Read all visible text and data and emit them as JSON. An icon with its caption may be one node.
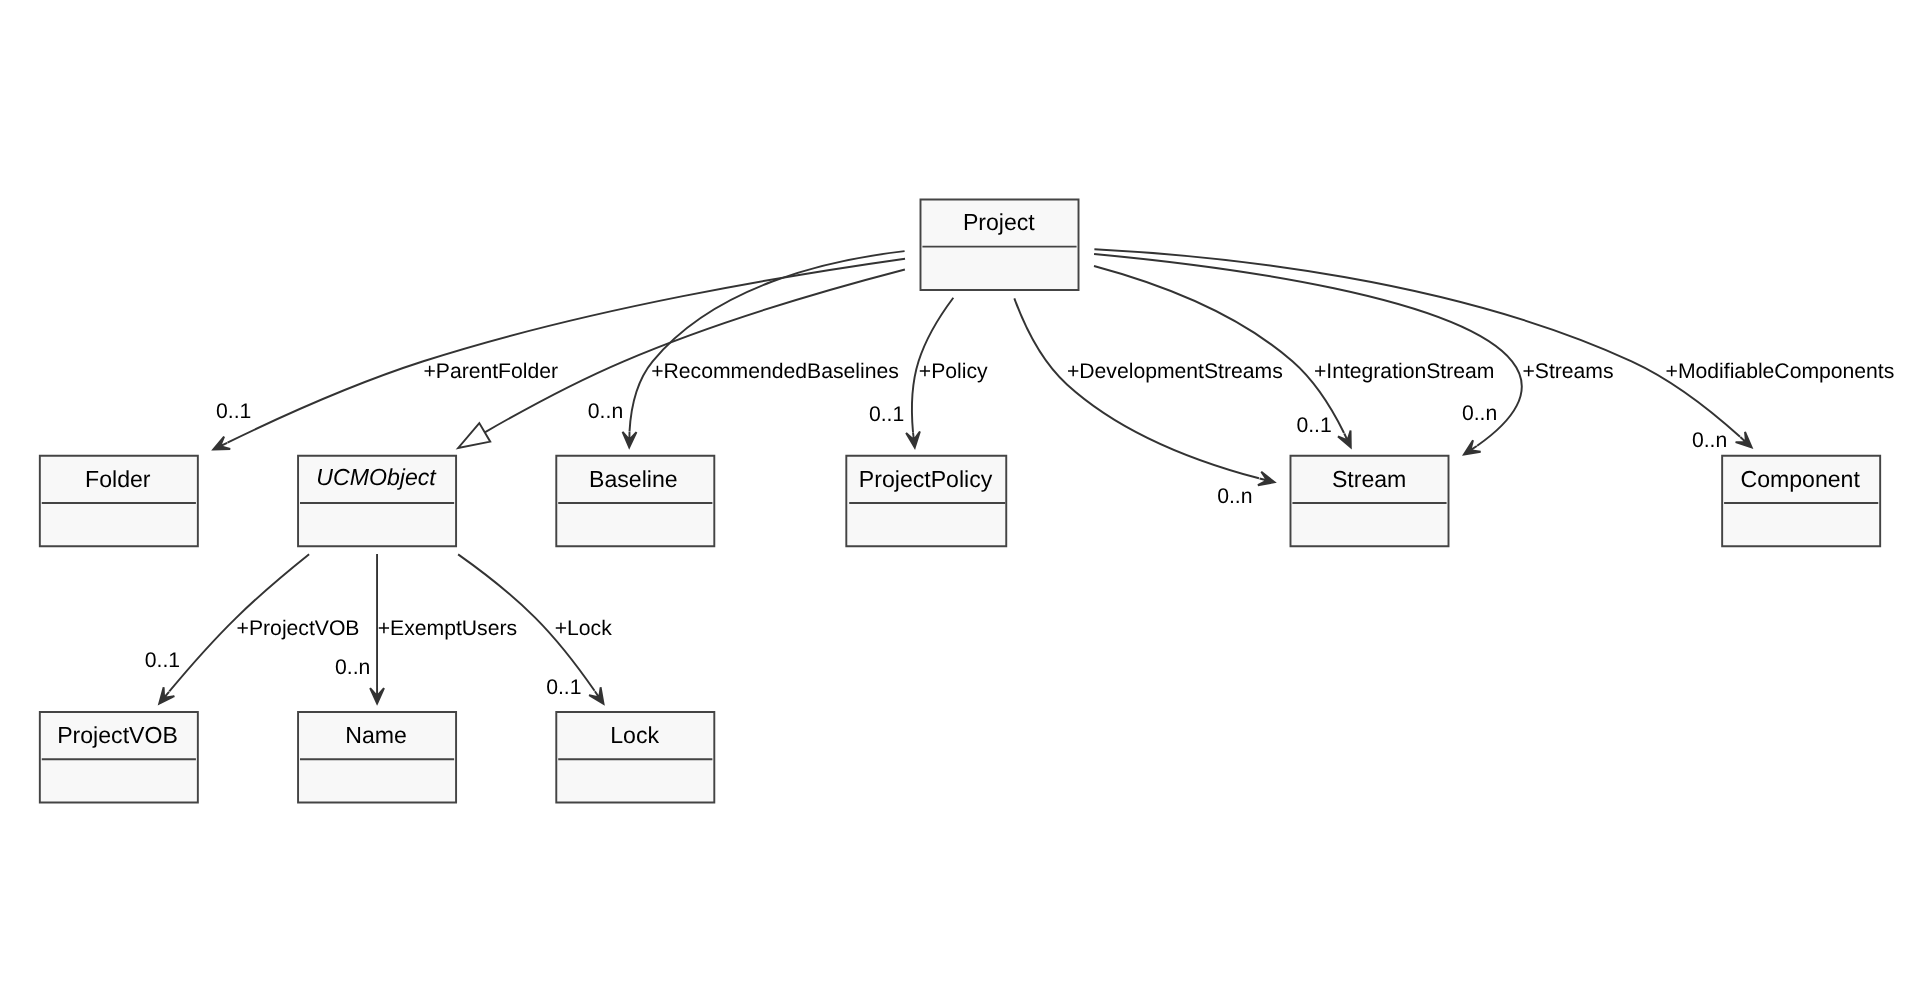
{
  "diagram": {
    "nodes": [
      {
        "text": [
          "Project"
        ]
      },
      {
        "text": [
          "Folder"
        ]
      },
      {
        "text": [
          "UCMObject"
        ]
      },
      {
        "text": [
          "Baseline"
        ]
      },
      {
        "text": [
          "ProjectPolicy"
        ]
      },
      {
        "text": [
          "ProjectVOB"
        ]
      },
      {
        "text": [
          "Name"
        ]
      },
      {
        "text": [
          "Stream"
        ]
      },
      {
        "text": [
          "Lock"
        ]
      },
      {
        "text": [
          "Component"
        ]
      }
    ],
    "edges": [
      {
        "from": 0,
        "to": 2,
        "arrow": "to"
      },
      {
        "from": 0,
        "to": 1,
        "arrow": "to",
        "label": "+ParentFolder"
      },
      {
        "from": 0,
        "to": 3,
        "arrow": "to",
        "label": "+RecommendedBaselines"
      },
      {
        "from": 0,
        "to": 4,
        "arrow": "to",
        "label": "+Policy"
      },
      {
        "from": 0,
        "to": 9,
        "arrow": "to",
        "label": "+ModifiableComponents"
      },
      {
        "from": 0,
        "to": 7,
        "arrow": "to",
        "label": "+DevelopmentStreams"
      },
      {
        "from": 0,
        "to": 7,
        "arrow": "to",
        "label": "+IntegrationStream"
      },
      {
        "from": 0,
        "to": 7,
        "arrow": "to",
        "label": "+Streams"
      },
      {
        "from": 2,
        "to": 5,
        "arrow": "to",
        "label": "+ProjectVOB"
      },
      {
        "from": 2,
        "to": 8,
        "arrow": "to",
        "label": "+Lock"
      },
      {
        "from": 2,
        "to": 6,
        "arrow": "to",
        "label": "+ExemptUsers"
      }
    ],
    "labels": [
      "0..1",
      "0..n",
      "0..1",
      "0..n",
      "0..n",
      "0..1",
      "0..n",
      "0..1",
      "0..1",
      "0..n"
    ]
  }
}
